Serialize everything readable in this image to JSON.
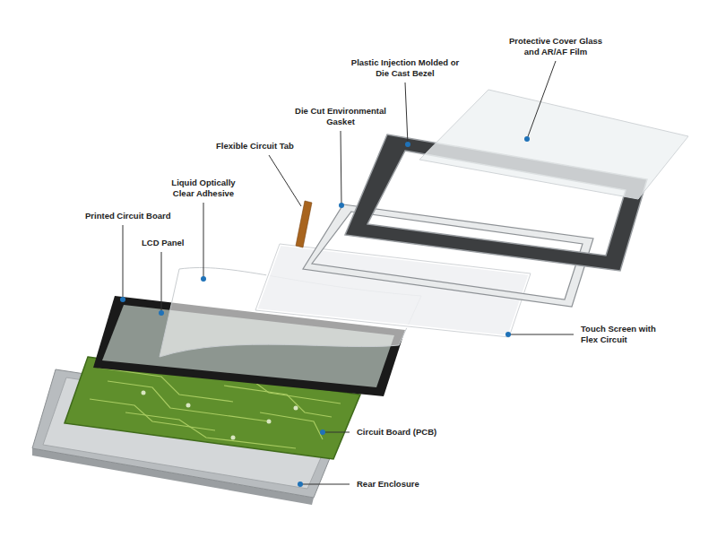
{
  "diagram": {
    "labels": [
      "Protective Cover Glass and AR/AF Film",
      "Plastic Injection Molded or Die Cast Bezel",
      "Die Cut Environmental Gasket",
      "Flexible Circuit Tab",
      "Liquid Optically Clear Adhesive",
      "Printed Circuit Board",
      "LCD Panel",
      "Touch Screen with Flex Circuit",
      "Circuit Board (PCB)",
      "Rear Enclosure"
    ]
  }
}
